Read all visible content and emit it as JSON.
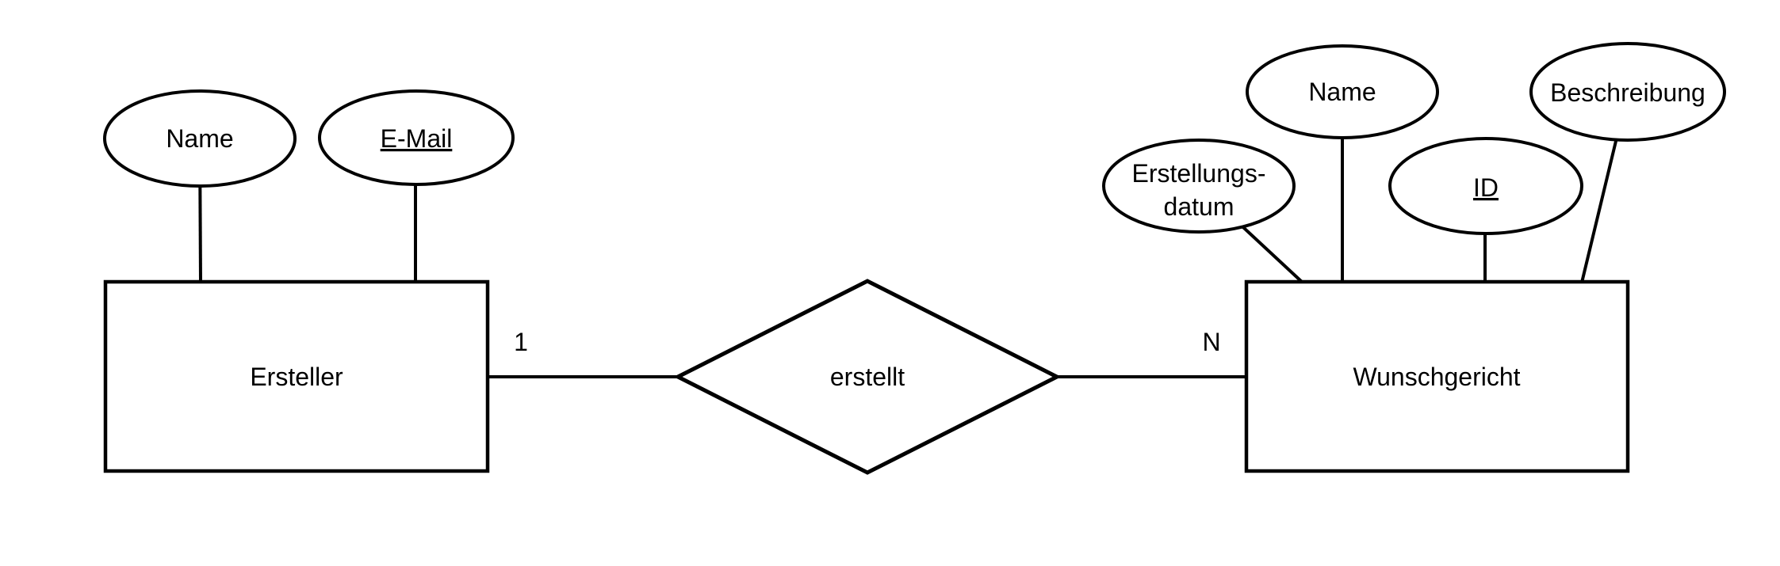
{
  "diagram": {
    "type": "entity-relationship-diagram",
    "background_color": "#ffffff",
    "stroke_color": "#000000",
    "entities": [
      {
        "name": "Ersteller",
        "attributes": [
          {
            "label": "Name",
            "is_key": false
          },
          {
            "label": "E-Mail",
            "is_key": true
          }
        ]
      },
      {
        "name": "Wunschgericht",
        "attributes": [
          {
            "label": "Erstellungs-datum",
            "label_lines": [
              "Erstellungs-",
              "datum"
            ],
            "is_key": false
          },
          {
            "label": "Name",
            "is_key": false
          },
          {
            "label": "ID",
            "is_key": true
          },
          {
            "label": "Beschreibung",
            "is_key": false
          }
        ]
      }
    ],
    "relationships": [
      {
        "label": "erstellt",
        "from_entity": "Ersteller",
        "to_entity": "Wunschgericht",
        "cardinality_from": "1",
        "cardinality_to": "N"
      }
    ]
  }
}
